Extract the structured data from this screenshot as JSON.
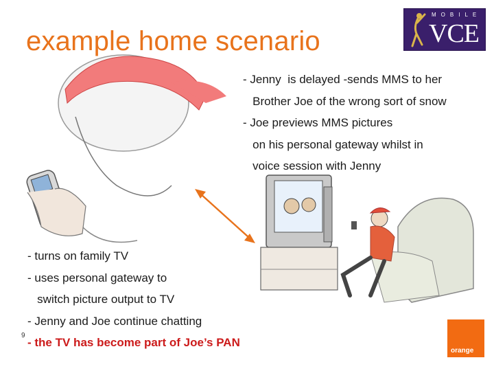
{
  "title": "example home scenario",
  "logo": {
    "mobile_label": "MOBILE",
    "vce_label": "VCE"
  },
  "right_text": [
    "- Jenny  is delayed -sends MMS to her",
    "   Brother Joe of the wrong sort of snow",
    "- Joe previews MMS pictures",
    "   on his personal gateway whilst in",
    "   voice session with Jenny"
  ],
  "left_text": [
    "- turns on family TV",
    "- uses personal gateway to",
    "   switch picture output to TV",
    "- Jenny and Joe continue chatting"
  ],
  "highlight_text": "- the TV has become part of Joe’s PAN",
  "page_number": "9",
  "orange_label": "orange",
  "colors": {
    "title": "#e8731c",
    "highlight": "#cc1b1b",
    "logo_bg": "#3a1f6b",
    "orange_brand": "#f26b12"
  }
}
